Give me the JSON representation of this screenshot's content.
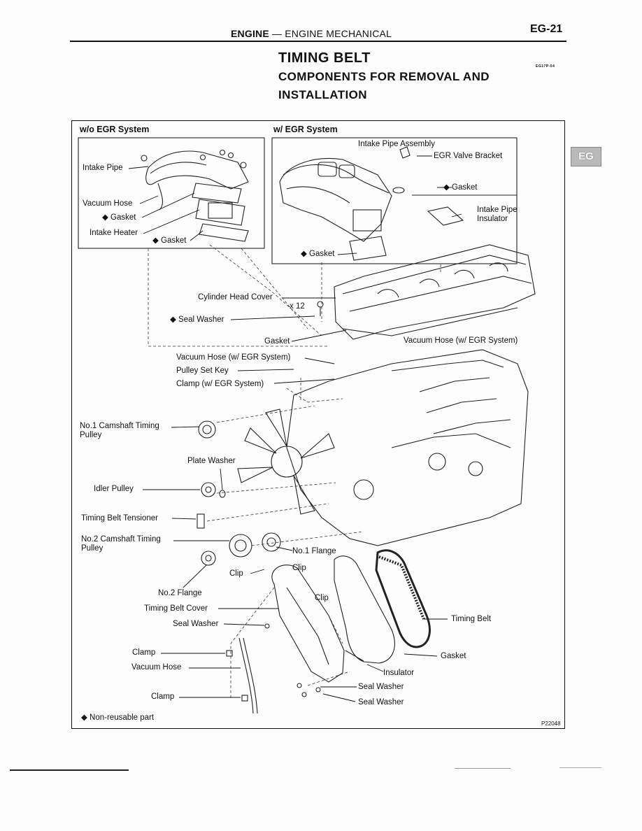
{
  "header": {
    "section_bold": "ENGINE",
    "section_rest": " — ENGINE MECHANICAL",
    "page_number": "EG-21",
    "doc_code": "EG17P-04"
  },
  "title": "TIMING BELT",
  "subtitle": "COMPONENTS FOR REMOVAL AND INSTALLATION",
  "side_tab": "EG",
  "figure": {
    "left_box_title": "w/o EGR System",
    "right_box_title": "w/ EGR System",
    "labels": {
      "intake_pipe": "Intake Pipe",
      "vacuum_hose_1": "Vacuum Hose",
      "gasket_1": "◆ Gasket",
      "intake_heater": "Intake Heater",
      "gasket_2": "◆ Gasket",
      "intake_pipe_assembly": "Intake Pipe Assembly",
      "egr_valve_bracket": "EGR Valve Bracket",
      "gasket_3": "◆ Gasket",
      "intake_pipe_insulator": "Intake Pipe Insulator",
      "gasket_4": "◆ Gasket",
      "cylinder_head_cover": "Cylinder Head Cover",
      "x12": "x 12",
      "seal_washer_1": "◆ Seal Washer",
      "gasket_5": "Gasket",
      "vacuum_hose_egr": "Vacuum Hose (w/ EGR System)",
      "vacuum_hose_egr_2": "Vacuum Hose (w/ EGR System)",
      "pulley_set_key": "Pulley Set Key",
      "clamp_egr": "Clamp (w/ EGR System)",
      "no1_camshaft_pulley": "No.1 Camshaft Timing Pulley",
      "plate_washer": "Plate Washer",
      "idler_pulley": "Idler Pulley",
      "timing_belt_tensioner": "Timing Belt Tensioner",
      "no2_camshaft_pulley": "No.2 Camshaft Timing Pulley",
      "no1_flange": "No.1 Flange",
      "clip_1": "Clip",
      "clip_2": "Clip",
      "clip_3": "Clip",
      "no2_flange": "No.2 Flange",
      "timing_belt_cover": "Timing Belt Cover",
      "seal_washer_2": "Seal Washer",
      "timing_belt": "Timing Belt",
      "clamp_1": "Clamp",
      "gasket_6": "Gasket",
      "vacuum_hose_2": "Vacuum Hose",
      "insulator": "Insulator",
      "seal_washer_3": "Seal Washer",
      "clamp_2": "Clamp",
      "seal_washer_4": "Seal Washer",
      "legend": "◆ Non-reusable part"
    },
    "figure_code": "P22048"
  }
}
